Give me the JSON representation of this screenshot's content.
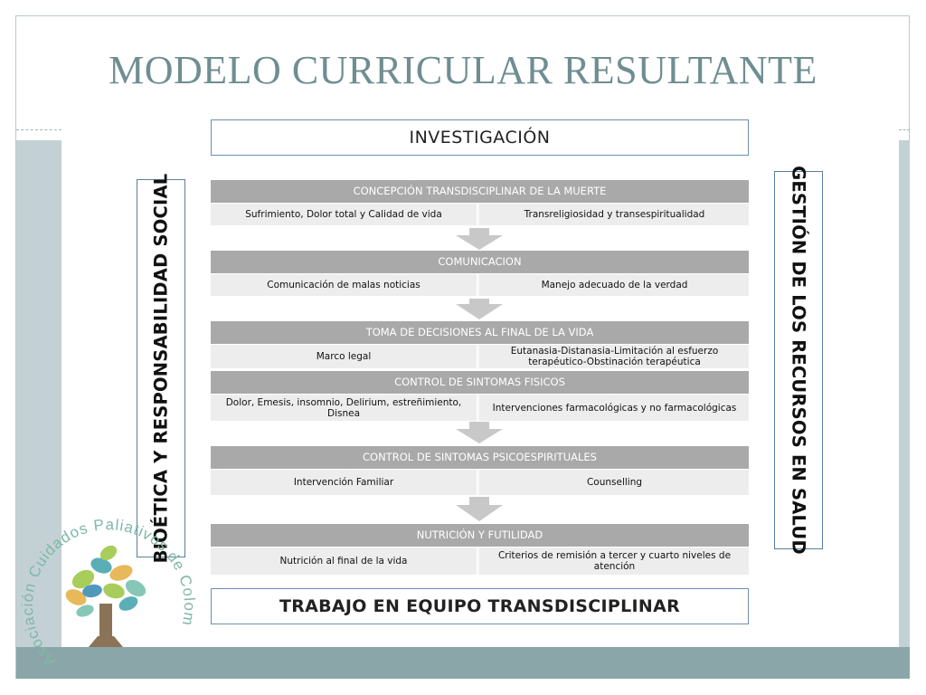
{
  "slide": {
    "title": "MODELO CURRICULAR RESULTANTE",
    "colors": {
      "title": "#6f8e92",
      "band": "#8aa6a9",
      "side": "#c4d1d4",
      "section_header": "#a9a9a9",
      "arrow": "#c8c8c8",
      "box_border": "#6b8fb0"
    }
  },
  "diagram": {
    "top_box": "INVESTIGACIÓN",
    "bottom_box": "TRABAJO EN EQUIPO TRANSDISCIPLINAR",
    "left_vertical": "BIOÉTICA Y RESPONSABILIDAD SOCIAL",
    "right_vertical": "GESTIÓN DE LOS RECURSOS EN SALUD",
    "sections": [
      {
        "header": "CONCEPCIÓN TRANSDISCIPLINAR DE LA MUERTE",
        "left": "Sufrimiento, Dolor total y Calidad de vida",
        "right": "Transreligiosidad y transespiritualidad"
      },
      {
        "header": "COMUNICACION",
        "left": "Comunicación de malas noticias",
        "right": "Manejo adecuado de la verdad"
      },
      {
        "header": "TOMA DE DECISIONES AL FINAL DE LA VIDA",
        "left": "Marco legal",
        "right": "Eutanasia-Distanasia-Limitación al esfuerzo terapéutico-Obstinación terapéutica"
      },
      {
        "header": "CONTROL DE SINTOMAS FISICOS",
        "left": "Dolor, Emesis, insomnio, Delirium, estreñimiento, Disnea",
        "right": "Intervenciones farmacológicas y no farmacológicas"
      },
      {
        "header": "CONTROL DE SINTOMAS PSICOESPIRITUALES",
        "left": "Intervención Familiar",
        "right": "Counselling"
      },
      {
        "header": "NUTRICIÓN Y FUTILIDAD",
        "left": "Nutrición al final de la vida",
        "right": "Criterios de remisión a tercer y cuarto niveles de atención"
      }
    ]
  },
  "logo": {
    "text": "Asociación Cuidados Paliativos de Colombia",
    "icon": "tree-of-hands-icon"
  }
}
